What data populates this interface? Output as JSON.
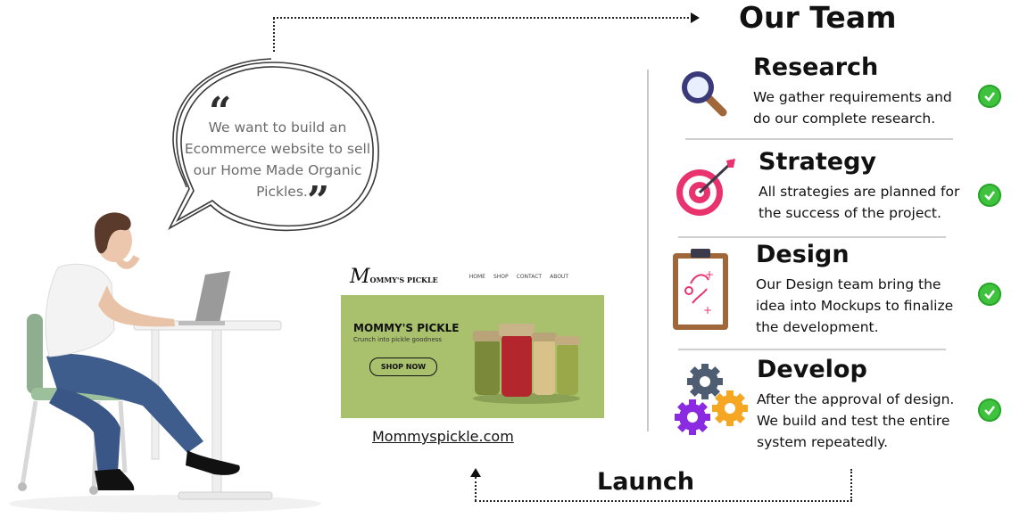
{
  "header": {
    "team_title": "Our Team",
    "launch_title": "Launch"
  },
  "quote": {
    "lines": [
      "We want to build an",
      "Ecommerce website to sell",
      "our Home Made Organic",
      "Pickles."
    ],
    "open_mark": "“",
    "close_mark": "”"
  },
  "mockup": {
    "logo_big": "M",
    "logo_rest": "OMMY'S PICKLE",
    "nav": [
      "HOME",
      "SHOP",
      "CONTACT",
      "ABOUT"
    ],
    "hero_title": "MOMMY'S PICKLE",
    "hero_subtitle": "Crunch into pickle goodness",
    "hero_button": "SHOP NOW",
    "link": "Mommyspickle.com",
    "hero_color": "#a9c06d"
  },
  "steps": [
    {
      "title": "Research",
      "lines": [
        "We gather requirements and",
        "do our complete research."
      ],
      "icon": "magnifier-icon"
    },
    {
      "title": "Strategy",
      "lines": [
        "All strategies are planned for",
        "the success of the project."
      ],
      "icon": "target-icon"
    },
    {
      "title": "Design",
      "lines": [
        "Our Design team bring the",
        "idea into Mockups to finalize",
        "the development."
      ],
      "icon": "clipboard-plan-icon"
    },
    {
      "title": "Develop",
      "lines": [
        "After the approval of design.",
        "We build and test the entire",
        "system repeatedly."
      ],
      "icon": "gears-icon"
    }
  ],
  "colors": {
    "check": "#3fc33f",
    "accent_pink": "#e8336f",
    "purple": "#8a2be2",
    "orange": "#f5a623"
  }
}
